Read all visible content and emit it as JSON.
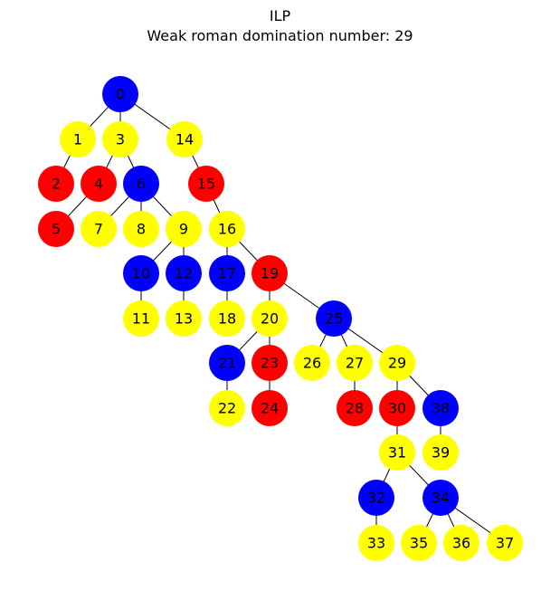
{
  "title": "ILP",
  "subtitle": "Weak roman domination number: 29",
  "colors": {
    "0": "#ff0000",
    "1": "#ffff00",
    "2": "#0000ff"
  },
  "nodes": [
    {
      "id": "0",
      "value": 2
    },
    {
      "id": "1",
      "value": 1
    },
    {
      "id": "3",
      "value": 1
    },
    {
      "id": "14",
      "value": 1
    },
    {
      "id": "2",
      "value": 0
    },
    {
      "id": "4",
      "value": 0
    },
    {
      "id": "6",
      "value": 2
    },
    {
      "id": "15",
      "value": 0
    },
    {
      "id": "5",
      "value": 0
    },
    {
      "id": "7",
      "value": 1
    },
    {
      "id": "8",
      "value": 1
    },
    {
      "id": "9",
      "value": 1
    },
    {
      "id": "16",
      "value": 1
    },
    {
      "id": "10",
      "value": 2
    },
    {
      "id": "12",
      "value": 2
    },
    {
      "id": "17",
      "value": 2
    },
    {
      "id": "19",
      "value": 0
    },
    {
      "id": "11",
      "value": 1
    },
    {
      "id": "13",
      "value": 1
    },
    {
      "id": "18",
      "value": 1
    },
    {
      "id": "20",
      "value": 1
    },
    {
      "id": "25",
      "value": 2
    },
    {
      "id": "21",
      "value": 2
    },
    {
      "id": "23",
      "value": 0
    },
    {
      "id": "26",
      "value": 1
    },
    {
      "id": "27",
      "value": 1
    },
    {
      "id": "29",
      "value": 1
    },
    {
      "id": "22",
      "value": 1
    },
    {
      "id": "24",
      "value": 0
    },
    {
      "id": "28",
      "value": 0
    },
    {
      "id": "30",
      "value": 0
    },
    {
      "id": "38",
      "value": 2
    },
    {
      "id": "31",
      "value": 1
    },
    {
      "id": "39",
      "value": 1
    },
    {
      "id": "32",
      "value": 2
    },
    {
      "id": "34",
      "value": 2
    },
    {
      "id": "33",
      "value": 1
    },
    {
      "id": "35",
      "value": 1
    },
    {
      "id": "36",
      "value": 1
    },
    {
      "id": "37",
      "value": 1
    }
  ],
  "edges": [
    [
      "0",
      "1"
    ],
    [
      "0",
      "3"
    ],
    [
      "0",
      "14"
    ],
    [
      "1",
      "2"
    ],
    [
      "3",
      "4"
    ],
    [
      "3",
      "6"
    ],
    [
      "4",
      "5"
    ],
    [
      "6",
      "7"
    ],
    [
      "6",
      "8"
    ],
    [
      "6",
      "9"
    ],
    [
      "9",
      "10"
    ],
    [
      "9",
      "12"
    ],
    [
      "10",
      "11"
    ],
    [
      "12",
      "13"
    ],
    [
      "14",
      "15"
    ],
    [
      "15",
      "16"
    ],
    [
      "16",
      "17"
    ],
    [
      "16",
      "19"
    ],
    [
      "17",
      "18"
    ],
    [
      "19",
      "20"
    ],
    [
      "19",
      "25"
    ],
    [
      "20",
      "21"
    ],
    [
      "20",
      "23"
    ],
    [
      "21",
      "22"
    ],
    [
      "23",
      "24"
    ],
    [
      "25",
      "26"
    ],
    [
      "25",
      "27"
    ],
    [
      "25",
      "29"
    ],
    [
      "27",
      "28"
    ],
    [
      "29",
      "30"
    ],
    [
      "29",
      "38"
    ],
    [
      "30",
      "31"
    ],
    [
      "38",
      "39"
    ],
    [
      "31",
      "32"
    ],
    [
      "31",
      "34"
    ],
    [
      "32",
      "33"
    ],
    [
      "34",
      "35"
    ],
    [
      "34",
      "36"
    ],
    [
      "34",
      "37"
    ]
  ]
}
